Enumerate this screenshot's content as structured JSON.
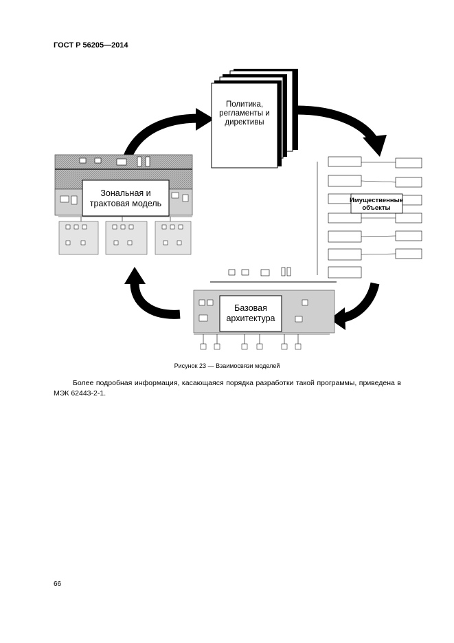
{
  "header": {
    "standard": "ГОСТ Р 56205—2014"
  },
  "figure": {
    "policy_lines": [
      "Политика,",
      "регламенты и",
      "директивы"
    ],
    "zone_lines": [
      "Зональная и",
      "трактовая модель"
    ],
    "asset_lines": [
      "Имущественные",
      "объекты"
    ],
    "base_lines": [
      "Базовая",
      "архитектура"
    ],
    "caption": "Рисунок 23 — Взаимосвязи моделей"
  },
  "body": {
    "paragraph": "Более подробная информация, касающаяся порядка разработки такой программы, приведена в МЭК 62443-2-1."
  },
  "footer": {
    "page_number": "66"
  }
}
